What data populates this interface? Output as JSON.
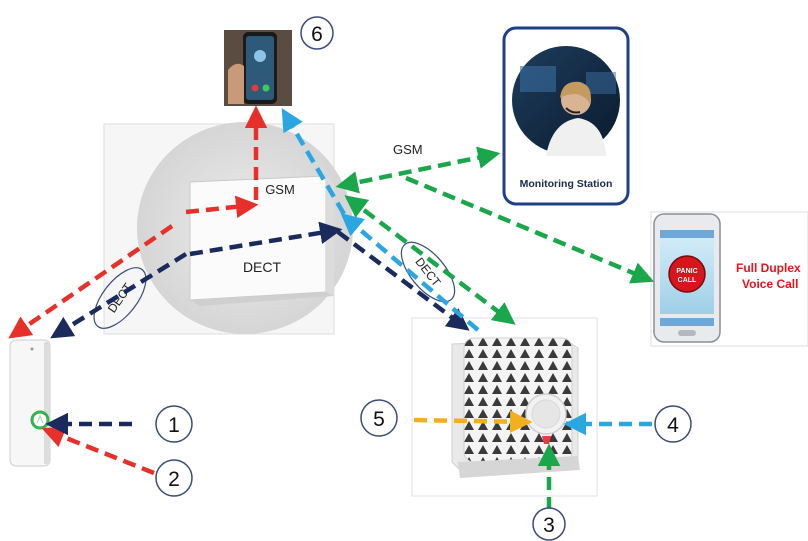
{
  "labels": {
    "gsm_top": "GSM",
    "gsm_base": "GSM",
    "dect_base": "DECT",
    "dect_left": "DECT",
    "dect_right": "DECT",
    "monitoring_station": "Monitoring Station",
    "panic_line1": "PANIC",
    "panic_line2": "CALL",
    "full_duplex_line1": "Full Duplex",
    "full_duplex_line2": "Voice Call"
  },
  "numbers": {
    "n1": "1",
    "n2": "2",
    "n3": "3",
    "n4": "4",
    "n5": "5",
    "n6": "6"
  },
  "colors": {
    "red": "#e8302a",
    "navy": "#1b2a5c",
    "sky": "#2aa7e0",
    "green": "#1aa64a",
    "amber": "#f2b01e",
    "panic_text": "#e8141c"
  },
  "icons": {
    "phone": "smartphone-call-icon",
    "monitor": "monitoring-operator-icon",
    "base": "dect-base-station-icon",
    "doorbell": "wall-button-icon",
    "speaker": "speaker-unit-icon",
    "panic_phone": "panic-phone-icon"
  }
}
